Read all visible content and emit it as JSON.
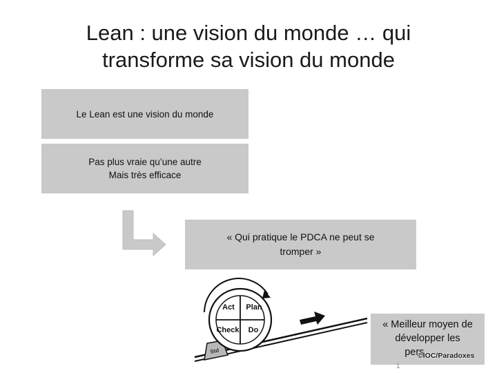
{
  "slide": {
    "title_line1": "Lean : une vision du monde … qui",
    "title_line2": "transforme sa vision du monde"
  },
  "boxes": {
    "vision": "Le Lean est une vision du monde",
    "efficace_line1": "Pas plus vraie qu’une autre",
    "efficace_line2": "Mais très efficace",
    "pdca_line1": "« Qui pratique le PDCA ne peut se",
    "pdca_line2": "tromper »",
    "quote_line1": "« Meilleur moyen de",
    "quote_line2": "développer les",
    "quote_line3": "pers"
  },
  "pdca_wheel": {
    "act": "Act",
    "plan": "Plan",
    "check": "Check",
    "do": "Do",
    "std": "Std"
  },
  "footer": {
    "copyright": "©IOC/Paradoxes",
    "page_number": "1"
  }
}
